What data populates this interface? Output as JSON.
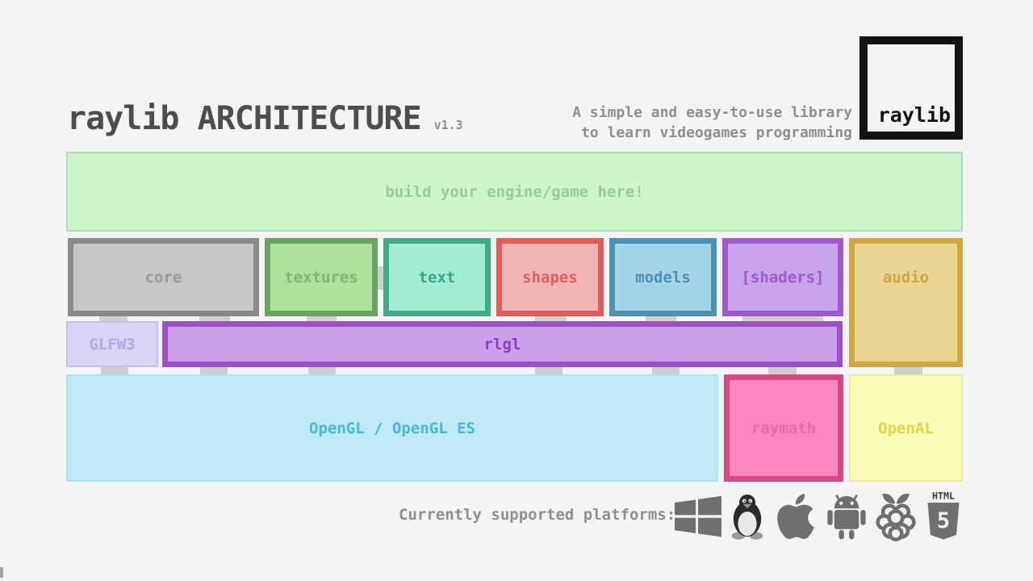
{
  "header": {
    "title": "raylib ARCHITECTURE",
    "version": "v1.3",
    "tagline_line1": "A simple and easy-to-use library",
    "tagline_line2": "to learn videogames programming",
    "logo_label": "raylib"
  },
  "banner": {
    "label": "build your engine/game here!",
    "fill": "#cdf5c9",
    "border": "#aedfab",
    "text": "#95cd98"
  },
  "modules": [
    {
      "label": "core",
      "fill": "#c6c6c6",
      "border": "#8a8a8a",
      "text": "#9b9b9b"
    },
    {
      "label": "textures",
      "fill": "#aae29b",
      "border": "#6aa263",
      "text": "#82b478"
    },
    {
      "label": "text",
      "fill": "#a2edd4",
      "border": "#42aa8d",
      "text": "#3ba78c"
    },
    {
      "label": "shapes",
      "fill": "#f1b5b5",
      "border": "#e25c5c",
      "text": "#e05f5f"
    },
    {
      "label": "models",
      "fill": "#a3d4e9",
      "border": "#4e92b2",
      "text": "#4d91b3"
    },
    {
      "label": "[shaders]",
      "fill": "#c9a2ec",
      "border": "#9c5aca",
      "text": "#9c5aca"
    },
    {
      "label": "audio",
      "fill": "#e9d694",
      "border": "#cfa844",
      "text": "#cfa844"
    }
  ],
  "mid": [
    {
      "label": "GLFW3",
      "fill": "#d9d3f4",
      "border": "#c5bdee",
      "text": "#b3a9e4"
    },
    {
      "label": "rlgl",
      "fill": "#c9a0e9",
      "border": "#9c51c9",
      "text": "#8b3fc0"
    }
  ],
  "bottom": [
    {
      "label": "OpenGL / OpenGL ES",
      "fill": "#bfe9f6",
      "border": "#ace2f2",
      "text": "#4bb9d5"
    },
    {
      "label": "raymath",
      "fill": "#fa86bd",
      "border": "#d84880",
      "text": "#ee6aa2"
    },
    {
      "label": "OpenAL",
      "fill": "#fdfcba",
      "border": "#eeeb9f",
      "text": "#e7d348"
    }
  ],
  "platforms": {
    "label": "Currently supported platforms:",
    "icons": [
      "windows",
      "linux",
      "apple",
      "android",
      "raspberry-pi",
      "html5"
    ],
    "html5_text_top": "HTML",
    "html5_number": "5"
  },
  "colors": {
    "background": "#f4f4f4",
    "connector": "#cfcfcf",
    "title_text": "#4d4d4d",
    "muted_text": "#8f8f8f",
    "logo_black": "#121212",
    "icon_gray": "#6f6f6f"
  }
}
